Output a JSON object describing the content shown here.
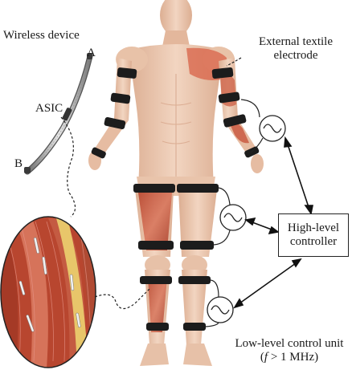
{
  "labels": {
    "wireless_device": "Wireless device",
    "point_a": "A",
    "point_b": "B",
    "asic": "ASIC",
    "external_electrode_line1": "External textile",
    "external_electrode_line2": "electrode",
    "controller_line1": "High-level",
    "controller_line2": "controller",
    "low_level_line1": "Low-level control unit",
    "low_level_line2_prefix": "(",
    "low_level_line2_var": "f",
    "low_level_line2_suffix": " > 1 MHz)"
  },
  "icons": {
    "signal": "sine-wave-icon",
    "figure": "human-body-icon",
    "band": "electrode-band-icon",
    "zoom": "muscle-zoom-icon",
    "device": "wireless-implant-icon"
  },
  "colors": {
    "skin": "#eecdb4",
    "skin_shade": "#d9a98c",
    "muscle": "#c65a44",
    "band": "#1c1c1c",
    "line": "#222222"
  }
}
